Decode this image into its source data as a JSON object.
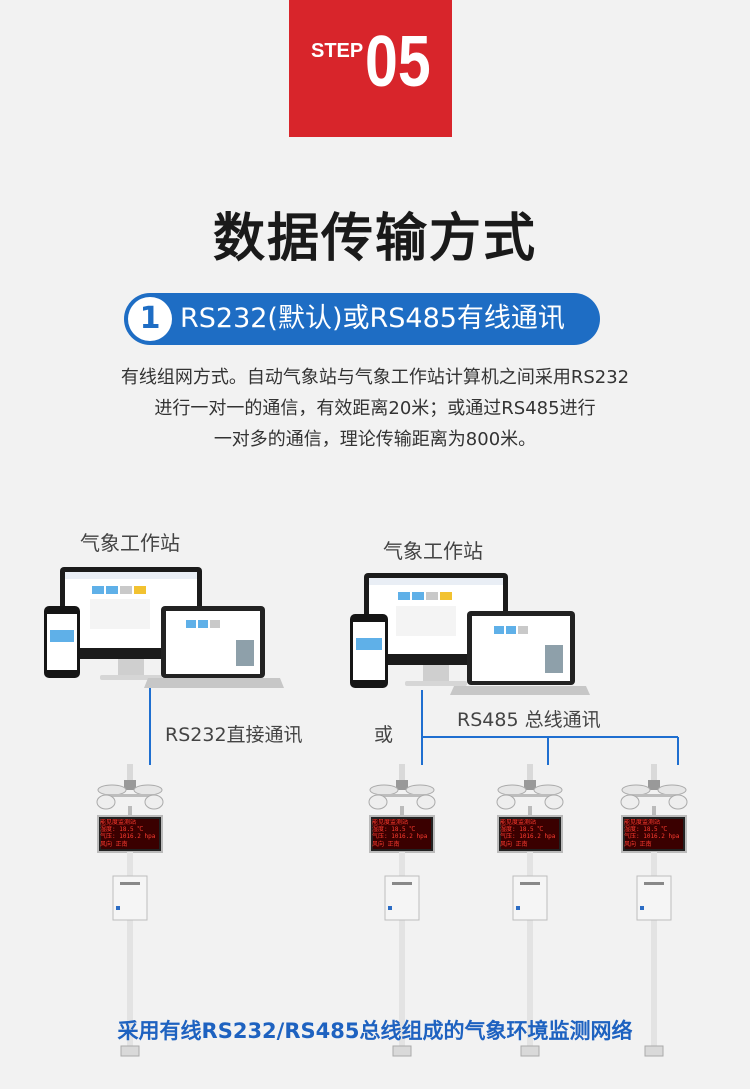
{
  "step": {
    "word": "STEP",
    "number": "05"
  },
  "title": "数据传输方式",
  "badge": {
    "number": "1",
    "label": "RS232(默认)或RS485有线通讯"
  },
  "description": [
    "有线组网方式。自动气象站与气象工作站计算机之间采用RS232",
    "进行一对一的通信，有效距离20米；或通过RS485进行",
    "一对多的通信，理论传输距离为800米。"
  ],
  "left_group": {
    "workstation_label": "气象工作站",
    "connection_label": "RS232直接通讯"
  },
  "right_group": {
    "workstation_label": "气象工作站",
    "or_label": "或",
    "connection_label": "RS485 总线通讯"
  },
  "station_display": {
    "line1": "能见度监测站",
    "line2": "湿度:  18.5  ℃",
    "line3": "气压: 1016.2  hpa",
    "line4": "风向        正南"
  },
  "footer": "采用有线RS232/RS485总线组成的气象环境监测网络",
  "colors": {
    "accent_red": "#d8252b",
    "accent_blue": "#1e6dc4",
    "line_blue": "#1f6fd0",
    "footer_blue": "#1e62c0"
  }
}
